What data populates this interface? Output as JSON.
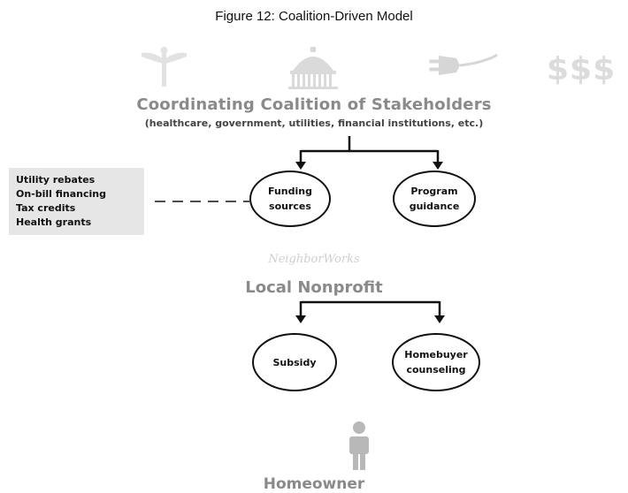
{
  "figure": {
    "title": "Figure 12: Coalition-Driven Model"
  },
  "icons": {
    "healthcare": "caduceus-icon",
    "government": "capitol-building-icon",
    "utilities": "power-plug-icon",
    "financial": "$$$"
  },
  "coalition": {
    "title": "Coordinating Coalition of Stakeholders",
    "subtitle": "(healthcare, government, utilities, financial institutions, etc.)"
  },
  "funding_sources": {
    "line1": "Funding",
    "line2": "sources",
    "examples": [
      "Utility rebates",
      "On-bill financing",
      "Tax credits",
      "Health grants"
    ]
  },
  "program_guidance": {
    "line1": "Program",
    "line2": "guidance"
  },
  "nonprofit": {
    "logo_text": "NeighborWorks",
    "title": "Local Nonprofit"
  },
  "subsidy": {
    "label": "Subsidy"
  },
  "counseling": {
    "line1": "Homebuyer",
    "line2": "counseling"
  },
  "homeowner": {
    "icon": "person-icon",
    "title": "Homeowner"
  },
  "colors": {
    "faded_icon": "#dcdcdc",
    "heading_gray": "#8a8a8a",
    "side_box": "#e6e6e6"
  }
}
